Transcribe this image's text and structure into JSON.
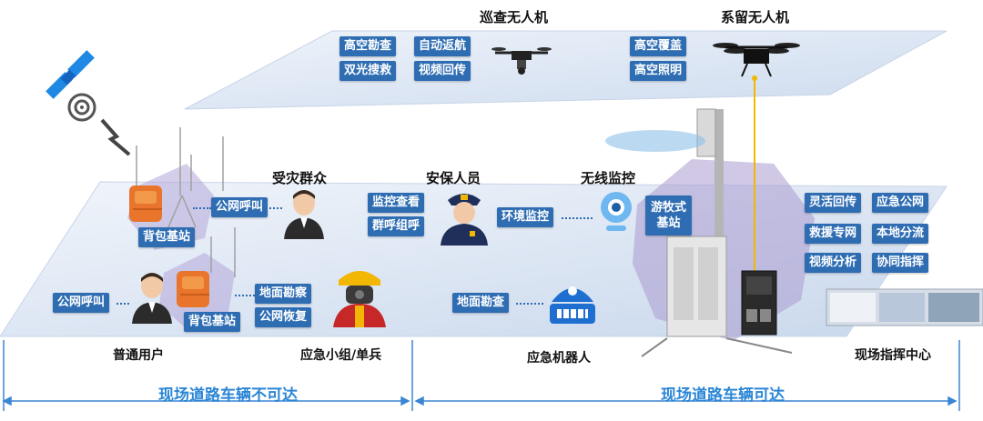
{
  "air": {
    "patrol_drone": {
      "title": "巡查无人机",
      "tags": [
        "高空勘查",
        "自动返航",
        "双光搜救",
        "视频回传"
      ]
    },
    "tethered_drone": {
      "title": "系留无人机",
      "tags": [
        "高空覆盖",
        "高空照明"
      ]
    }
  },
  "ground": {
    "affected_people": {
      "title": "受灾群众",
      "tag": "公网呼叫"
    },
    "security_staff": {
      "title": "安保人员",
      "tags": [
        "监控查看",
        "群呼组呼"
      ]
    },
    "wireless_monitor": {
      "title": "无线监控",
      "tag": "环境监控"
    },
    "roaming_station": {
      "tag": "游牧式\n基站"
    },
    "backpack_station_top": {
      "tag": "背包基站"
    },
    "backpack_station_bottom": {
      "tag": "背包基站",
      "tags": [
        "地面勘察",
        "公网恢复"
      ]
    },
    "ordinary_user": {
      "tag": "公网呼叫",
      "label": "普通用户"
    },
    "emergency_team": {
      "label": "应急小组/单兵"
    },
    "robot": {
      "tag": "地面勘查",
      "label": "应急机器人"
    },
    "vehicle_functions": [
      "灵活回传",
      "应急公网",
      "救援专网",
      "本地分流",
      "视频分析",
      "协同指挥"
    ],
    "command_center": {
      "label": "现场指挥中心"
    }
  },
  "roads": {
    "not_reachable": "现场道路车辆不可达",
    "reachable": "现场道路车辆可达"
  },
  "colors": {
    "tag_bg": "#2f6db3",
    "road_text": "#2b86d6",
    "plane_fill": "#dfe8f5",
    "hex_purple": "#a99bd0"
  }
}
